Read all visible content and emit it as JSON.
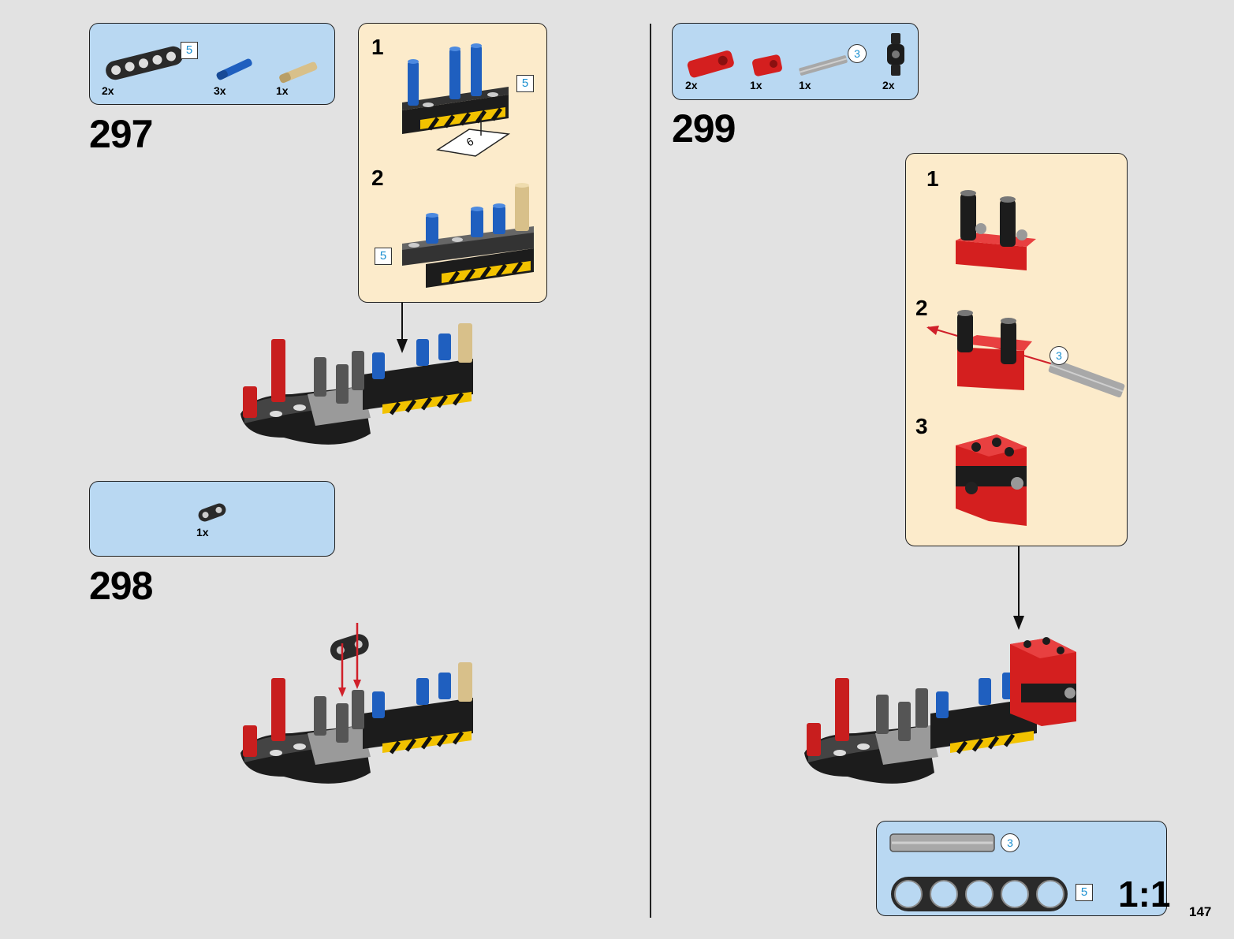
{
  "page_number": "147",
  "divider": true,
  "step297": {
    "number": "297",
    "parts": [
      {
        "icon": "beam-5-black",
        "qty": "2x",
        "length_badge": "5"
      },
      {
        "icon": "pin-blue",
        "qty": "3x"
      },
      {
        "icon": "pin-tan",
        "qty": "1x"
      }
    ],
    "subassembly": {
      "steps": [
        "1",
        "2"
      ],
      "badges": [
        "5",
        "5"
      ]
    }
  },
  "step298": {
    "number": "298",
    "parts": [
      {
        "icon": "link-black",
        "qty": "1x"
      }
    ]
  },
  "step299": {
    "number": "299",
    "parts": [
      {
        "icon": "connector-red",
        "qty": "2x"
      },
      {
        "icon": "connector-red-small",
        "qty": "1x"
      },
      {
        "icon": "axle-grey",
        "qty": "1x",
        "length_badge": "3"
      },
      {
        "icon": "connector-black",
        "qty": "2x"
      }
    ],
    "subassembly": {
      "steps": [
        "1",
        "2",
        "3"
      ],
      "axle_badge": "3"
    }
  },
  "scale_box": {
    "axle_badge": "3",
    "beam_badge": "5",
    "scale_label": "1:1"
  }
}
